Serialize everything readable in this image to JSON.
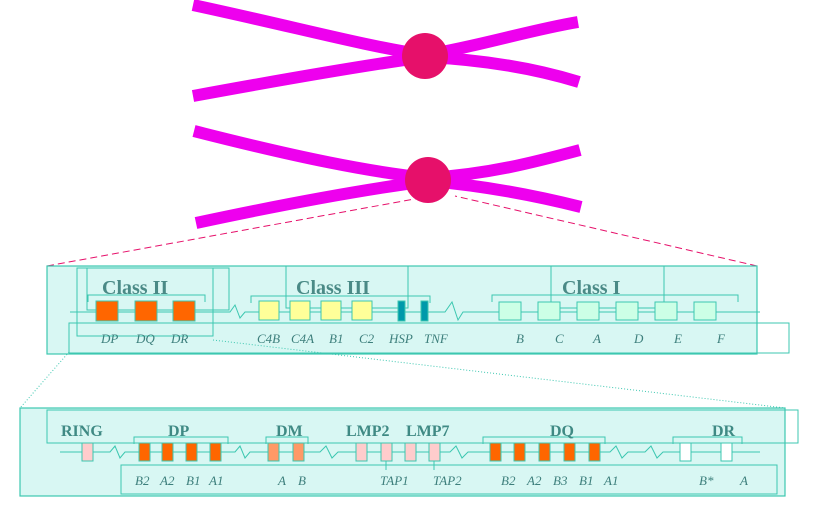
{
  "colors": {
    "chromosome": "#ee00ee",
    "centromere": "#e6106a",
    "panel_fill": "#d8f7f3",
    "panel_stroke": "#3cc7b0",
    "class2_gene": "#ff6600",
    "class3_gene": "#ffff99",
    "hsp_gene": "#0099aa",
    "class1_gene": "#ccffe6",
    "dp_dq_gene": "#ff6600",
    "dm_gene": "#ff9966",
    "tap_gene": "#ffcccc",
    "dr_gene": "#ffffff",
    "label_text": "#3d7f7c"
  },
  "regions": {
    "class2": "Class II",
    "class3": "Class III",
    "class1": "Class I"
  },
  "region_genes": {
    "class2": [
      "DP",
      "DQ",
      "DR"
    ],
    "class3": [
      "C4B",
      "C4A",
      "B1",
      "C2",
      "HSP",
      "TNF"
    ],
    "class1": [
      "B",
      "C",
      "A",
      "D",
      "E",
      "F"
    ]
  },
  "detail_groups": [
    "RING",
    "DP",
    "DM",
    "LMP2",
    "LMP7",
    "DQ",
    "DR"
  ],
  "detail_genes": {
    "dp": [
      "B2",
      "A2",
      "B1",
      "A1"
    ],
    "dm": [
      "A",
      "B"
    ],
    "tap1": "TAP1",
    "tap2": "TAP2",
    "dq": [
      "B2",
      "A2",
      "B3",
      "B1",
      "A1"
    ],
    "dr": [
      "B*",
      "A"
    ]
  }
}
